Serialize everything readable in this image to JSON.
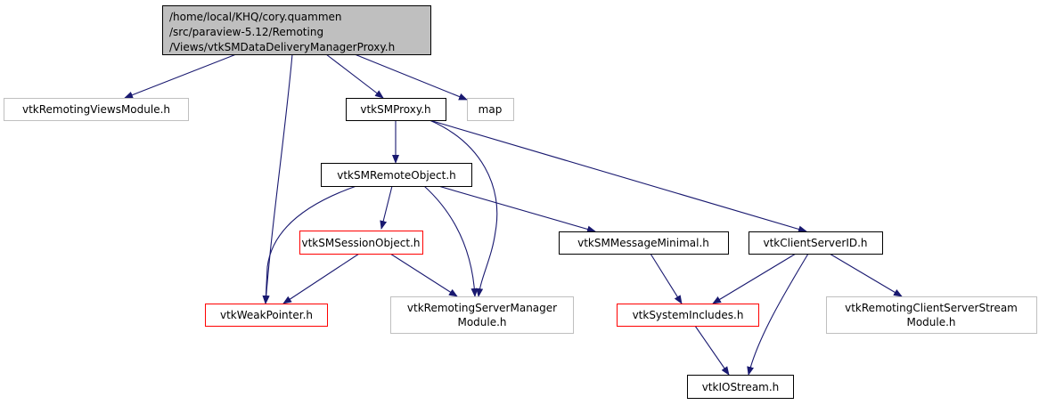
{
  "colors": {
    "edge": "#191970",
    "root_fill": "#bfbfbf",
    "truncated_border": "#ff0000",
    "external_border": "#bfbfbf",
    "documented_border": "#000000"
  },
  "nodes": {
    "root": {
      "lines": [
        "/home/local/KHQ/cory.quammen",
        "/src/paraview-5.12/Remoting",
        "/Views/vtkSMDataDeliveryManagerProxy.h"
      ]
    },
    "views_module": {
      "label": "vtkRemotingViewsModule.h"
    },
    "sm_proxy": {
      "label": "vtkSMProxy.h"
    },
    "map": {
      "label": "map"
    },
    "remote_object": {
      "label": "vtkSMRemoteObject.h"
    },
    "session_object": {
      "label": "vtkSMSessionObject.h"
    },
    "message_minimal": {
      "label": "vtkSMMessageMinimal.h"
    },
    "client_server_id": {
      "label": "vtkClientServerID.h"
    },
    "weak_pointer": {
      "label": "vtkWeakPointer.h"
    },
    "server_manager_module": {
      "lines": [
        "vtkRemotingServerManager",
        "Module.h"
      ]
    },
    "system_includes": {
      "label": "vtkSystemIncludes.h"
    },
    "client_server_stream_module": {
      "lines": [
        "vtkRemotingClientServerStream",
        "Module.h"
      ]
    },
    "iostream": {
      "label": "vtkIOStream.h"
    }
  }
}
